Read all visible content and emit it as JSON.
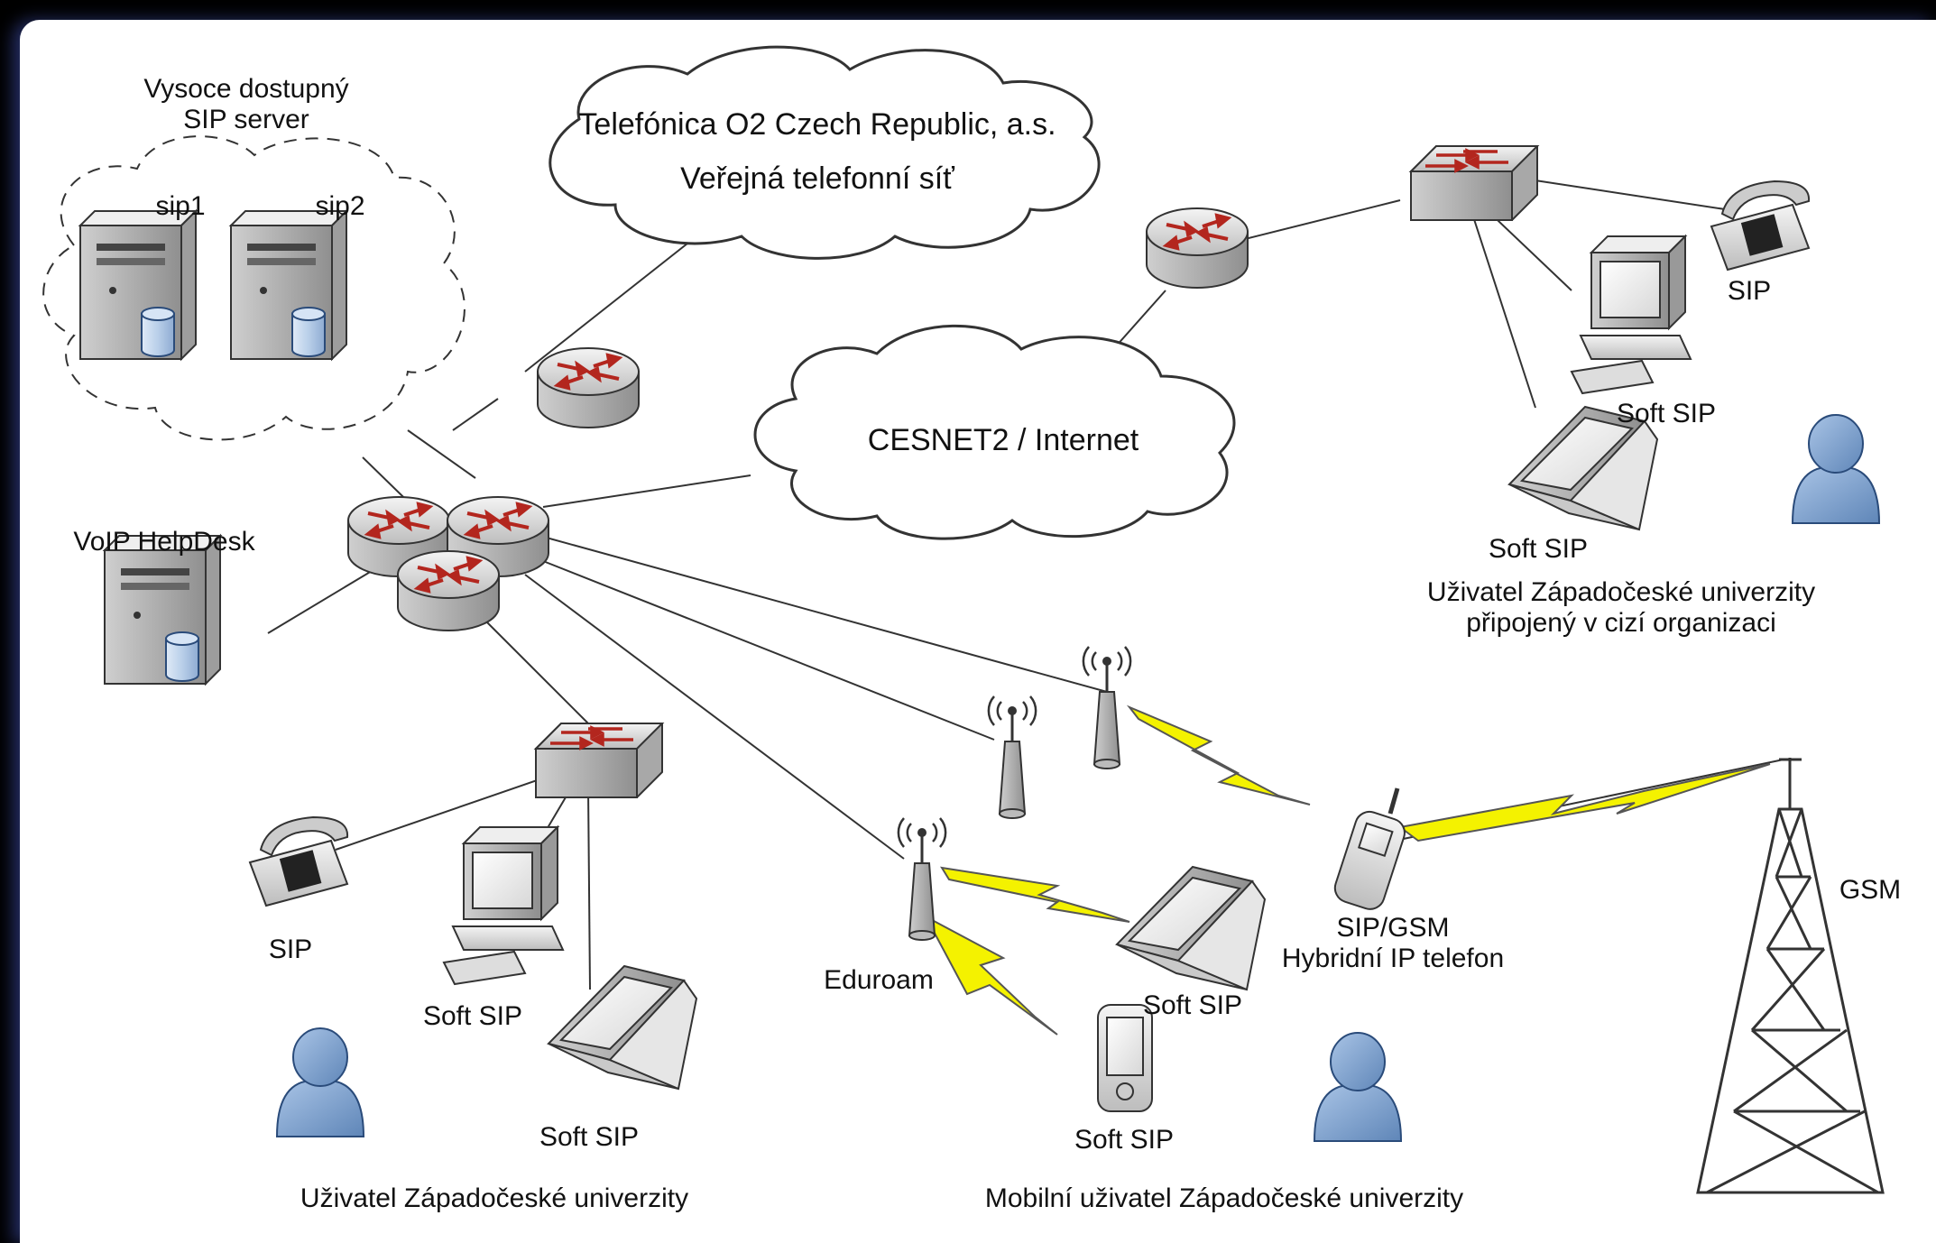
{
  "diagram": {
    "ha_cluster": {
      "title_line1": "Vysoce dostupný",
      "title_line2": "SIP server",
      "server1": "sip1",
      "server2": "sip2"
    },
    "pstn_cloud": {
      "line1": "Telefónica O2 Czech Republic, a.s.",
      "line2": "Veřejná telefonní síť"
    },
    "internet_cloud": {
      "label": "CESNET2 / Internet"
    },
    "helpdesk": {
      "label": "VoIP HelpDesk"
    },
    "campus": {
      "sip_phone": "SIP",
      "desktop_softsip": "Soft SIP",
      "laptop_softsip": "Soft SIP",
      "user_caption": "Uživatel Západočeské univerzity"
    },
    "remote": {
      "sip_phone": "SIP",
      "desktop_softsip": "Soft SIP",
      "laptop_softsip": "Soft SIP",
      "caption_line1": "Uživatel Západočeské univerzity",
      "caption_line2": "připojený v cizí organizaci"
    },
    "mobile": {
      "eduroam": "Eduroam",
      "laptop_softsip": "Soft SIP",
      "pda_softsip": "Soft SIP",
      "hybrid_line1": "SIP/GSM",
      "hybrid_line2": "Hybridní IP telefon",
      "gsm": "GSM",
      "caption": "Mobilní uživatel Západočeské univerzity"
    },
    "colors": {
      "background": "#000000",
      "card": "#ffffff",
      "device_gray": "#d9d9d9",
      "router_arrow": "#c0392b",
      "user_blue": "#7fa3cf",
      "lightning": "#f2f200",
      "line": "#333333"
    }
  }
}
